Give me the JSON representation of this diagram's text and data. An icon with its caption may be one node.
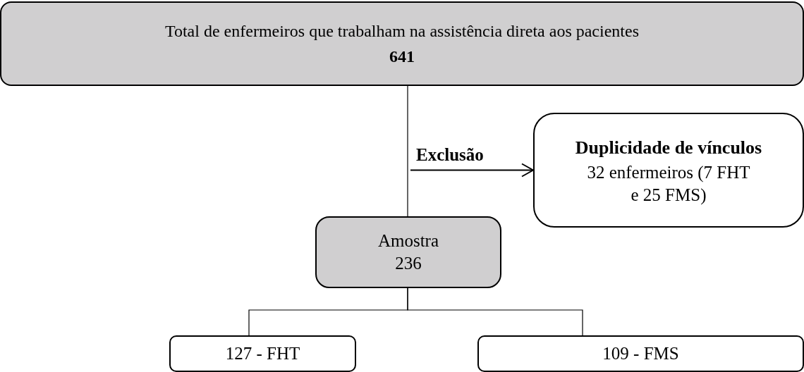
{
  "diagram": {
    "nodes": [
      {
        "text": [
          "Total de enfermeiros que trabalham na assistência direta aos pacientes",
          "641"
        ]
      },
      {
        "text": [
          "Duplicidade de vínculos",
          "32 enfermeiros (7 FHT e 25 FMS)"
        ]
      },
      {
        "text": [
          "Amostra 236"
        ]
      },
      {
        "text": [
          "127 - FHT"
        ]
      },
      {
        "text": [
          "109 - FMS"
        ]
      }
    ],
    "edges": [
      {
        "from": 0,
        "to": 2,
        "arrow": "none"
      },
      {
        "from": null,
        "to": 1,
        "arrow": "to",
        "label": "Exclusão"
      },
      {
        "from": 2,
        "to": 3,
        "arrow": "none"
      },
      {
        "from": 2,
        "to": 4,
        "arrow": "none"
      }
    ]
  }
}
